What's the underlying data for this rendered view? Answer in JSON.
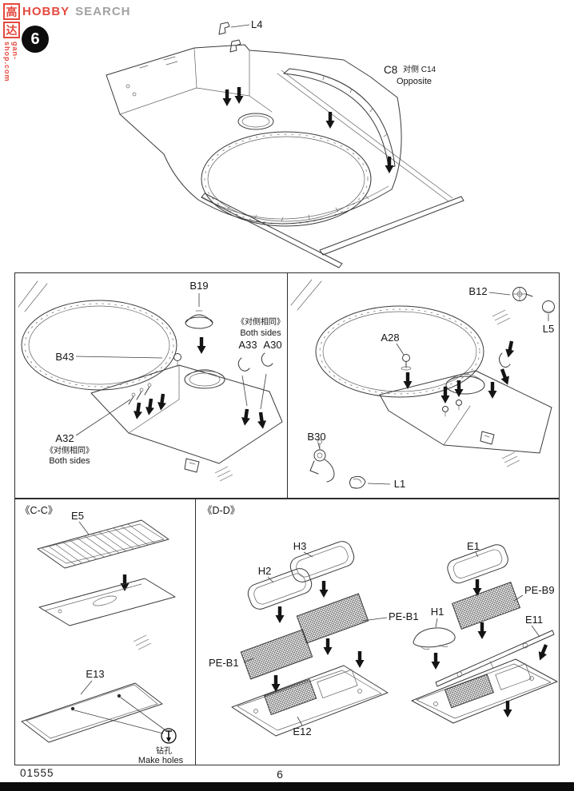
{
  "watermark": {
    "cn_char_1": "高",
    "cn_char_2": "达",
    "brand_word_1": "HOBBY",
    "brand_word_2": "SEARCH",
    "site": "gan-shop.com"
  },
  "step": {
    "number": "6"
  },
  "footer": {
    "kit_number": "01555",
    "page_number": "6"
  },
  "panels": {
    "top": {
      "labels": {
        "l4": "L4",
        "c8": "C8",
        "c8_side": "对侧 C14",
        "c8_opposite": "Opposite"
      }
    },
    "mid_left": {
      "labels": {
        "b19": "B19",
        "both_cn": "《对侧相同》",
        "both_en": "Both sides",
        "a33": "A33",
        "a30": "A30",
        "b43": "B43",
        "a32": "A32",
        "a32_both_cn": "《对侧相同》",
        "a32_both_en": "Both sides"
      }
    },
    "mid_right": {
      "labels": {
        "b12": "B12",
        "l5": "L5",
        "a28": "A28",
        "b30": "B30",
        "l1": "L1"
      }
    },
    "bottom_left": {
      "title": "《C-C》",
      "labels": {
        "e5": "E5",
        "e13": "E13",
        "drill_cn": "钻孔",
        "drill_en": "Make holes"
      }
    },
    "bottom_right": {
      "title": "《D-D》",
      "labels": {
        "h3": "H3",
        "h2": "H2",
        "pe_b1_left": "PE-B1",
        "pe_b1_right": "PE-B1",
        "e12": "E12",
        "e1": "E1",
        "pe_b9": "PE-B9",
        "h1": "H1",
        "e11": "E11"
      }
    }
  }
}
